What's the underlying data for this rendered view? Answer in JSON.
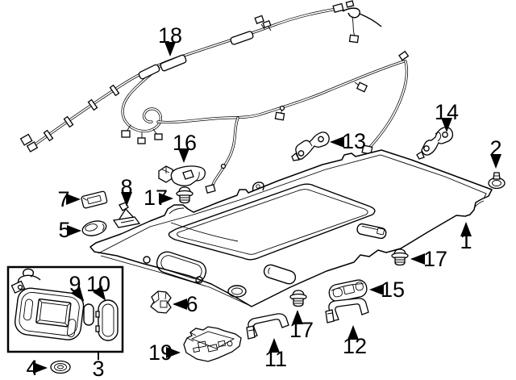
{
  "diagram": {
    "background_color": "#ffffff",
    "line_color": "#000000",
    "callouts": [
      {
        "label": "18"
      },
      {
        "label": "14"
      },
      {
        "label": "2"
      },
      {
        "label": "13"
      },
      {
        "label": "16"
      },
      {
        "label": "17"
      },
      {
        "label": "7"
      },
      {
        "label": "8"
      },
      {
        "label": "5"
      },
      {
        "label": "1"
      },
      {
        "label": "17"
      },
      {
        "label": "15"
      },
      {
        "label": "9"
      },
      {
        "label": "10"
      },
      {
        "label": "6"
      },
      {
        "label": "17"
      },
      {
        "label": "12"
      },
      {
        "label": "11"
      },
      {
        "label": "19"
      },
      {
        "label": "3"
      },
      {
        "label": "4"
      }
    ]
  }
}
